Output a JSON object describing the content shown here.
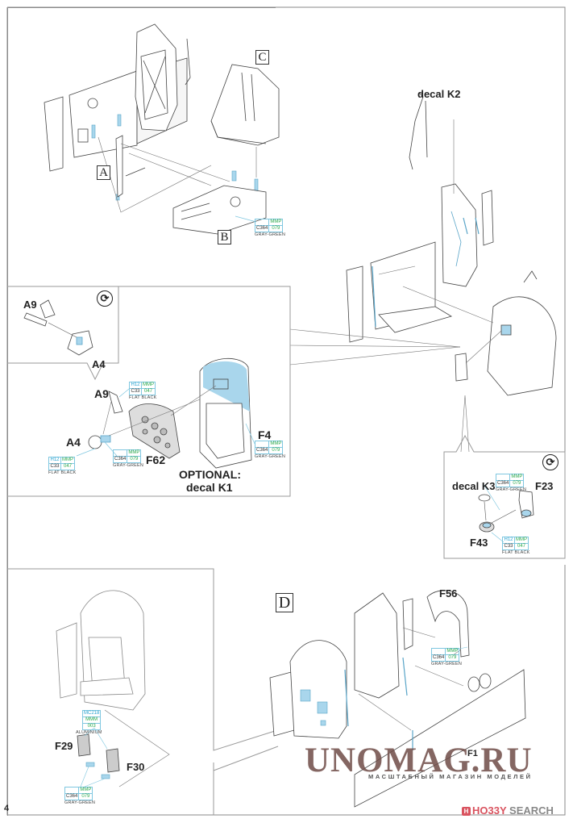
{
  "page": {
    "number": "4"
  },
  "colors": {
    "callout_blue": "#7fc7e0",
    "humbrol_text": "#29a3d1",
    "mmp_text": "#2aa84a",
    "part_highlight": "#a9d6ec",
    "watermark": "#6e4b46",
    "hobby_search_red": "#d9535f"
  },
  "steps": {
    "step_a": "A",
    "step_b": "B",
    "step_c": "C",
    "step_d": "D"
  },
  "part_labels": {
    "decal_k2": "decal K2",
    "a9_inset": "A9",
    "a4_inset": "A4",
    "a9": "A9",
    "a4": "A4",
    "f62": "F62",
    "f4": "F4",
    "optional_line1": "OPTIONAL:",
    "optional_line2": "decal K1",
    "decal_k3": "decal K3",
    "f23": "F23",
    "f43": "F43",
    "f56": "F56",
    "f29": "F29",
    "f30": "F30",
    "f1": "F1"
  },
  "paint_callouts": {
    "gray_green_b": {
      "humbrol": "",
      "mmp": "MMP",
      "gunze": "C364",
      "mmp_code": "079",
      "name": "GRAY-GREEN"
    },
    "flat_black_a9": {
      "humbrol": "H12",
      "mmp": "MMP",
      "gunze": "C33",
      "mmp_code": "047",
      "name": "FLAT BLACK"
    },
    "flat_black_a4": {
      "humbrol": "H12",
      "mmp": "MMP",
      "gunze": "C33",
      "mmp_code": "047",
      "name": "FLAT BLACK"
    },
    "gray_green_a4": {
      "humbrol": "",
      "mmp": "MMP",
      "gunze": "C364",
      "mmp_code": "079",
      "name": "GRAY-GREEN"
    },
    "gray_green_f4": {
      "humbrol": "",
      "mmp": "MMP",
      "gunze": "C364",
      "mmp_code": "079",
      "name": "GRAY-GREEN"
    },
    "gray_green_f23": {
      "humbrol": "",
      "mmp": "MMP",
      "gunze": "C364",
      "mmp_code": "079",
      "name": "GRAY-GREEN"
    },
    "flat_black_f43": {
      "humbrol": "H12",
      "mmp": "MMP",
      "gunze": "C33",
      "mmp_code": "047",
      "name": "FLAT BLACK"
    },
    "gray_green_f56": {
      "humbrol": "",
      "mmp": "MMP",
      "gunze": "C364",
      "mmp_code": "079",
      "name": "GRAY-GREEN"
    },
    "aluminium": {
      "humbrol": "MC218",
      "mmp": "MMM",
      "mmp_code": "003",
      "name": "ALUMINIUM"
    },
    "gray_green_f29": {
      "humbrol": "",
      "mmp": "MMP",
      "gunze": "C364",
      "mmp_code": "079",
      "name": "GRAY-GREEN"
    }
  },
  "icons": {
    "rotate": "rotate-icon"
  },
  "watermark": {
    "title": "UNOMAG.RU",
    "subtitle": "МАСШТАБНЫЙ МАГАЗИН МОДЕЛЕЙ"
  },
  "footer_brand": {
    "badge": "H",
    "part1": "HO33Y",
    "part2": " SEARCH"
  }
}
